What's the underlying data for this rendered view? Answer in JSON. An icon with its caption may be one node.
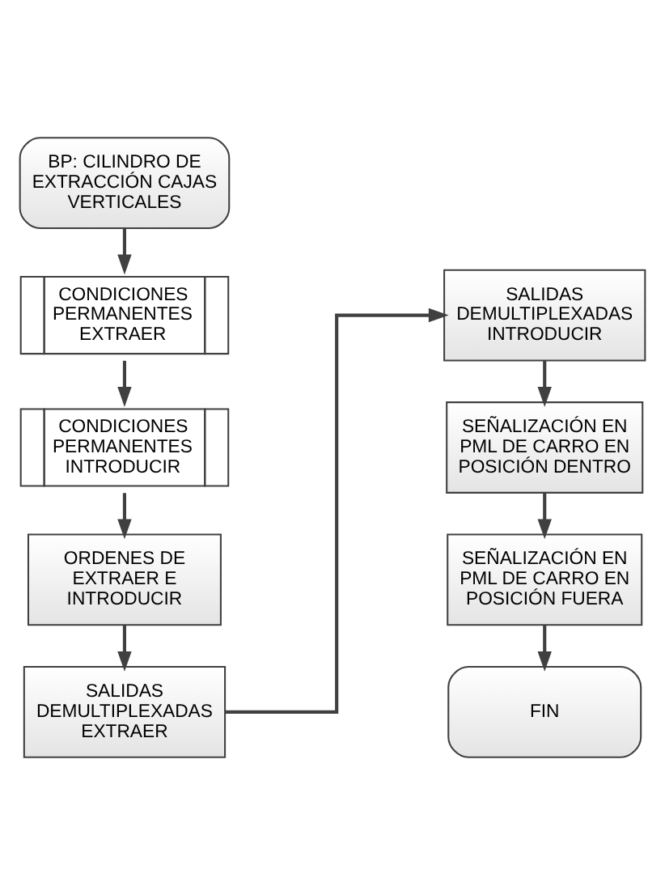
{
  "diagram": {
    "nodes": [
      {
        "text": [
          "BP: CILINDRO DE EXTRACCIÓN CAJAS VERTICALES"
        ]
      },
      {
        "text": [
          "CONDICIONES PERMANENTES EXTRAER"
        ]
      },
      {
        "text": [
          "CONDICIONES PERMANENTES INTRODUCIR"
        ]
      },
      {
        "text": [
          "ORDENES DE EXTRAER E INTRODUCIR"
        ]
      },
      {
        "text": [
          "SALIDAS DEMULTIPLEXADAS EXTRAER"
        ]
      },
      {
        "text": [
          "SALIDAS DEMULTIPLEXADAS INTRODUCIR"
        ]
      },
      {
        "text": [
          "SEÑALIZACIÓN EN PML DE CARRO EN POSICIÓN DENTRO"
        ]
      },
      {
        "text": [
          "SEÑALIZACIÓN EN PML DE CARRO EN POSICIÓN FUERA"
        ]
      },
      {
        "text": [
          "FIN"
        ]
      }
    ],
    "edges": [
      {
        "from": 0,
        "to": 1,
        "arrow": "to"
      },
      {
        "from": 1,
        "to": 2,
        "arrow": "to"
      },
      {
        "from": 2,
        "to": 3,
        "arrow": "to"
      },
      {
        "from": 3,
        "to": 4,
        "arrow": "to"
      },
      {
        "from": 4,
        "to": 5,
        "arrow": "to"
      },
      {
        "from": 5,
        "to": 6,
        "arrow": "to"
      },
      {
        "from": 6,
        "to": 7,
        "arrow": "to"
      },
      {
        "from": 7,
        "to": 8,
        "arrow": "to"
      }
    ]
  }
}
